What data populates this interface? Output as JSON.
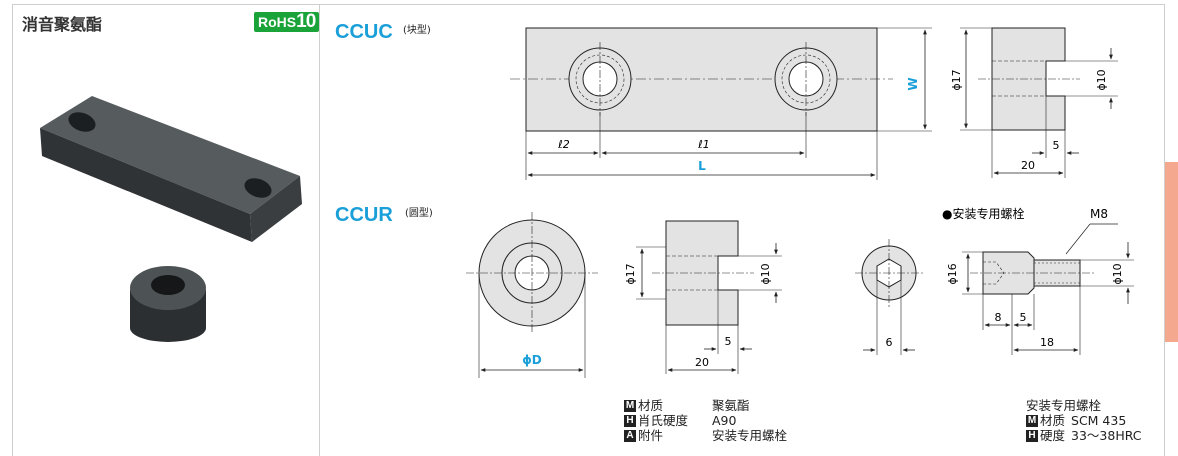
{
  "product": {
    "title": "消音聚氨酯",
    "rohs_prefix": "RoHS",
    "rohs_number": "10"
  },
  "ccuc": {
    "name": "CCUC",
    "shape": "(块型)",
    "dims": {
      "w": "W",
      "l2": "ℓ2",
      "l1": "ℓ1",
      "L": "L",
      "d17": "ϕ17",
      "d10": "ϕ10",
      "five": "5",
      "twenty": "20"
    }
  },
  "ccur": {
    "name": "CCUR",
    "shape": "(圆型)",
    "dims": {
      "D": "ϕD",
      "d17": "ϕ17",
      "d10": "ϕ10",
      "five": "5",
      "twenty": "20",
      "six": "6"
    }
  },
  "bolt": {
    "heading": "●安装专用螺栓",
    "thread": "M8",
    "dims": {
      "d16": "ϕ16",
      "d10": "ϕ10",
      "eight": "8",
      "five": "5",
      "eighteen": "18"
    }
  },
  "specs_left": [
    {
      "badge": "M",
      "label": "材质",
      "value": "聚氨酯"
    },
    {
      "badge": "H",
      "label": "肖氏硬度",
      "value": "A90"
    },
    {
      "badge": "A",
      "label": "附件",
      "value": "安装专用螺栓"
    }
  ],
  "specs_right": {
    "heading": "安装专用螺栓",
    "rows": [
      {
        "badge": "M",
        "label": "材质",
        "value": "SCM 435"
      },
      {
        "badge": "H",
        "label": "硬度",
        "value": "33〜38HRC"
      }
    ]
  },
  "colors": {
    "accent": "#1a9fd8",
    "rohs": "#1aa338",
    "fill": "#e3e3e3",
    "tab": "#f4a88d"
  }
}
